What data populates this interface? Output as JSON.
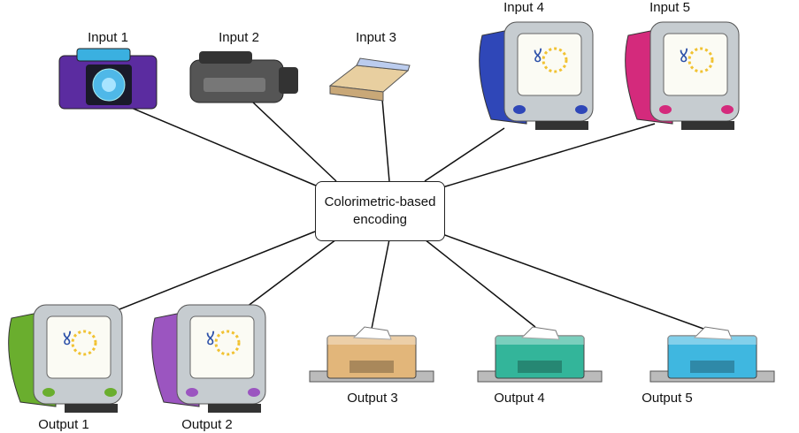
{
  "center": {
    "line1": "Colorimetric-based",
    "line2": "encoding"
  },
  "inputs": [
    {
      "label": "Input 1",
      "device": "camera",
      "color": "#5b2ca0"
    },
    {
      "label": "Input 2",
      "device": "camcorder",
      "color": "#555555"
    },
    {
      "label": "Input 3",
      "device": "scanner",
      "color": "#e8cfa0"
    },
    {
      "label": "Input 4",
      "device": "monitor",
      "color": "#2f47b8"
    },
    {
      "label": "Input 5",
      "device": "monitor",
      "color": "#d42a7c"
    }
  ],
  "outputs": [
    {
      "label": "Output 1",
      "device": "monitor",
      "color": "#6aae2e"
    },
    {
      "label": "Output 2",
      "device": "monitor",
      "color": "#9b55c0"
    },
    {
      "label": "Output 3",
      "device": "printer",
      "color": "#e2b67a"
    },
    {
      "label": "Output 4",
      "device": "printer",
      "color": "#33b59a"
    },
    {
      "label": "Output 5",
      "device": "printer",
      "color": "#3fb7e0"
    }
  ]
}
